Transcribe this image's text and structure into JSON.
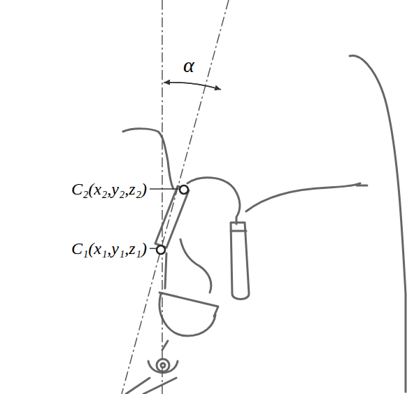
{
  "diagram": {
    "labels": [
      "α",
      "C₂(x₂,y₂,z₂)",
      "C₁(x₁,y₁,z₁)"
    ]
  }
}
